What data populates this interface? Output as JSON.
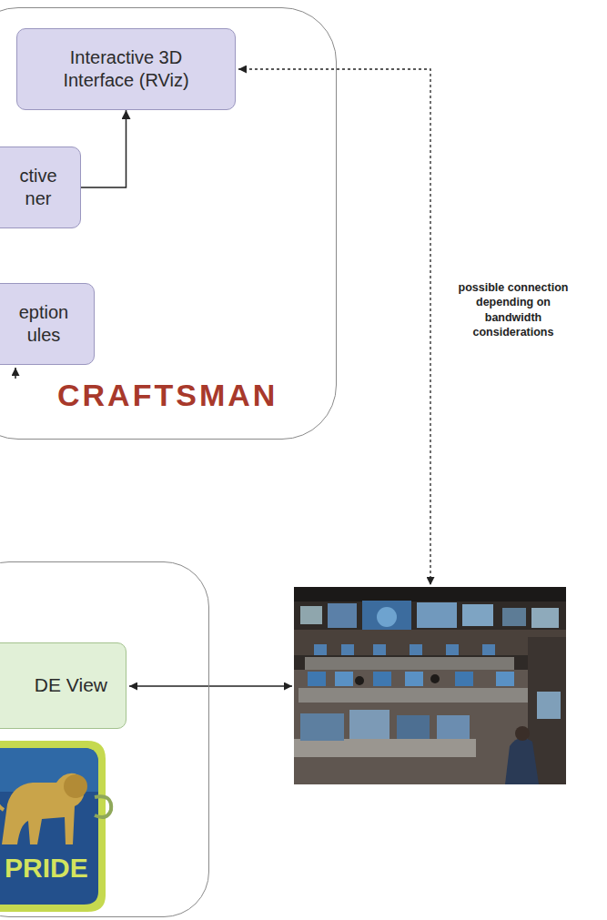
{
  "diagram": {
    "nodes": [
      {
        "text": [
          "CRAFTSMAN"
        ]
      },
      {
        "text": [
          "Interactive 3D Interface (RViz)"
        ],
        "in": 0
      },
      {
        "text": [
          "ctive ner"
        ],
        "in": 0
      },
      {
        "text": [
          "eption ules"
        ],
        "in": 0
      },
      {
        "text": [
          "PRIDE"
        ]
      },
      {
        "text": [
          "DE View"
        ],
        "in": 4
      }
    ],
    "edges": [
      {
        "from": 2,
        "to": 1,
        "arrow": "to"
      }
    ],
    "labels": [
      "possible connection depending on bandwidth considerations"
    ]
  }
}
